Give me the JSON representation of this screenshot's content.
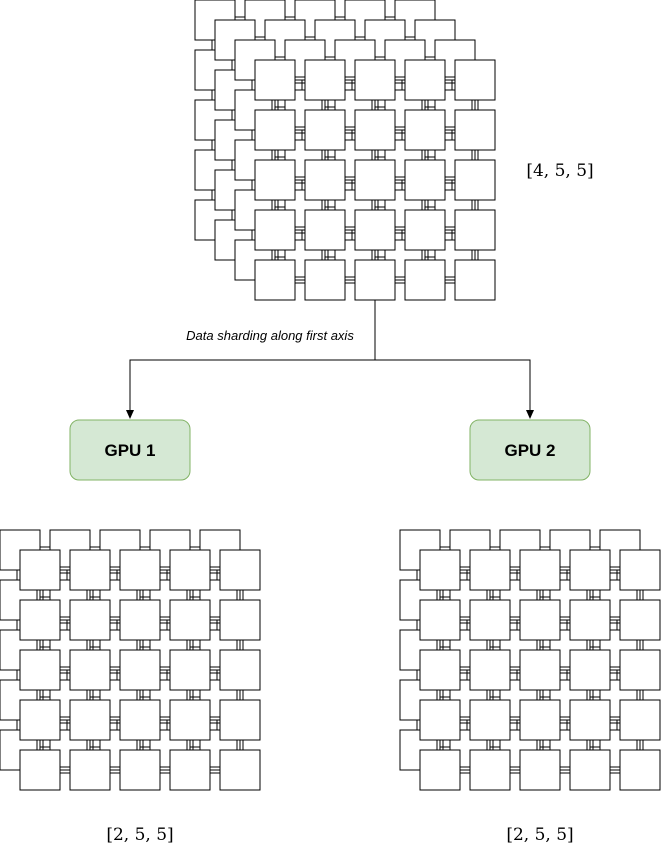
{
  "diagram": {
    "source_tensor": {
      "shape_label": "[4, 5, 5]"
    },
    "edge_label": "Data sharding along first axis",
    "gpus": [
      {
        "label": "GPU 1",
        "shard_shape_label": "[2, 5, 5]"
      },
      {
        "label": "GPU 2",
        "shard_shape_label": "[2, 5, 5]"
      }
    ],
    "colors": {
      "cell_stroke": "#000000",
      "cell_fill": "#ffffff",
      "gpu_fill": "#d5e8d4",
      "gpu_stroke": "#82b366",
      "arrow": "#000000"
    }
  }
}
